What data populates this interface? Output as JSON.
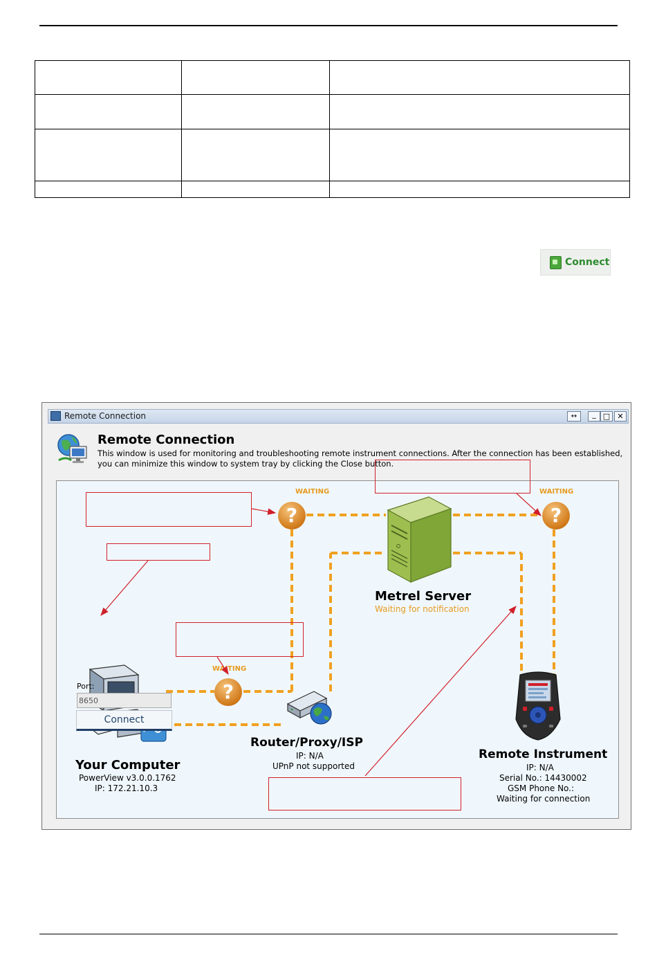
{
  "connect_button_image": {
    "label": "Connect"
  },
  "window": {
    "title": "Remote Connection",
    "controls": {
      "resize": "↔",
      "minimize": "_",
      "maximize": "□",
      "close": "✕"
    },
    "header": {
      "title": "Remote Connection",
      "description": "This window is used for monitoring and troubleshooting remote instrument connections. After the connection has been established, you can minimize this window to system tray by clicking the Close button."
    },
    "status_label": "WAITING",
    "nodes": {
      "server": {
        "title": "Metrel Server",
        "status": "Waiting for notification"
      },
      "router": {
        "title": "Router/Proxy/ISP",
        "ip": "IP: N/A",
        "upnp": "UPnP not supported"
      },
      "computer": {
        "title": "Your Computer",
        "version": "PowerView v3.0.0.1762",
        "ip": "IP: 172.21.10.3"
      },
      "instrument": {
        "title": "Remote Instrument",
        "ip": "IP: N/A",
        "serial": "Serial No.: 14430002",
        "gsm": "GSM Phone No.:",
        "status": "Waiting for connection"
      }
    },
    "port": {
      "label": "Port:",
      "value": "8650"
    },
    "connect_label": "Connect",
    "icons": {
      "server": "server-tower-icon",
      "computer": "desktop-computer-icon",
      "router": "router-globe-icon",
      "instrument": "handheld-instrument-icon",
      "status": "question-mark-icon"
    },
    "colors": {
      "line": "#f0a020",
      "callout": "#d0202a",
      "waiting": "#e69a1e"
    }
  }
}
